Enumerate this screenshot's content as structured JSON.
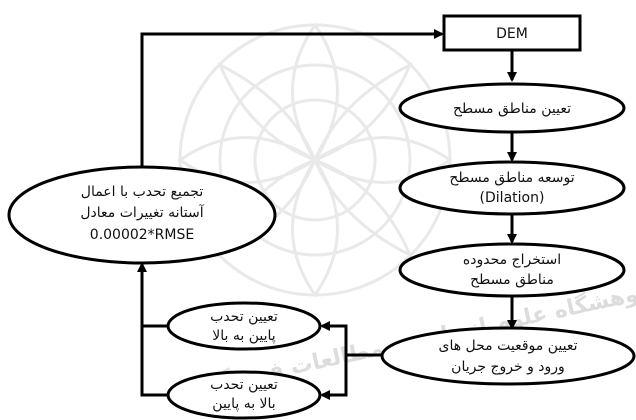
{
  "watermark": {
    "text": "پژوهشگاه علوم انسانی و مطالعات فرهنگی"
  },
  "nodes": {
    "dem": {
      "label": "DEM"
    },
    "flat_areas": {
      "label": "تعیین مناطق مسطح"
    },
    "expand_flat": {
      "line1": "توسعه مناطق مسطح",
      "line2": "(Dilation)"
    },
    "extract_extent": {
      "line1": "استخراج محدوده",
      "line2": "مناطق مسطح"
    },
    "inout_location": {
      "line1": "تعیین موقعیت محل های",
      "line2": "ورود و خروج جریان"
    },
    "conv_low_high": {
      "line1": "تعیین تحدب",
      "line2": "پایین به بالا"
    },
    "conv_high_low": {
      "line1": "تعیین تحدب",
      "line2": "بالا به پایین"
    },
    "combine": {
      "line1": "تجمیع تحدب با اعمال",
      "line2": "آستانه تغییرات معادل",
      "line3": "0.00002*RMSE"
    }
  }
}
